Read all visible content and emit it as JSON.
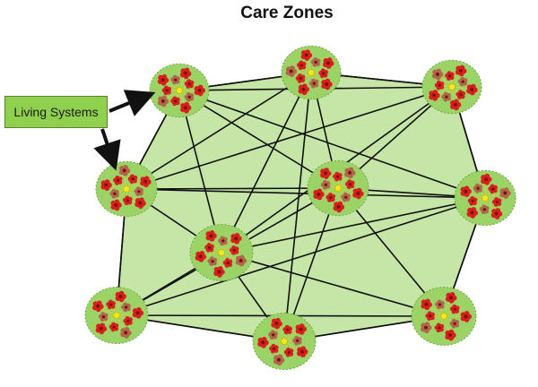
{
  "title": "Care Zones",
  "callout": {
    "label": "Living Systems",
    "color": "#8fd14f"
  },
  "colors": {
    "polygon_fill": "#c6e6a8",
    "zone_fill": "#9cd366",
    "zone_border": "#6fa64a",
    "flower_red": "#d91e1e",
    "flower_brown": "#b0664a",
    "center": "#f2e81a",
    "edge": "#111111"
  },
  "zones": [
    {
      "id": "top-left"
    },
    {
      "id": "top-center"
    },
    {
      "id": "top-right"
    },
    {
      "id": "middle-left"
    },
    {
      "id": "center"
    },
    {
      "id": "middle-right"
    },
    {
      "id": "inner-left"
    },
    {
      "id": "bottom-left"
    },
    {
      "id": "bottom-center"
    },
    {
      "id": "bottom-right"
    }
  ],
  "connections": [
    [
      "top-left",
      "top-center"
    ],
    [
      "top-left",
      "top-right"
    ],
    [
      "top-left",
      "center"
    ],
    [
      "top-left",
      "middle-left"
    ],
    [
      "top-left",
      "inner-left"
    ],
    [
      "top-left",
      "middle-right"
    ],
    [
      "top-center",
      "top-right"
    ],
    [
      "top-center",
      "middle-left"
    ],
    [
      "top-center",
      "center"
    ],
    [
      "top-center",
      "inner-left"
    ],
    [
      "top-center",
      "bottom-center"
    ],
    [
      "top-right",
      "middle-right"
    ],
    [
      "top-right",
      "center"
    ],
    [
      "top-right",
      "middle-left"
    ],
    [
      "top-right",
      "inner-left"
    ],
    [
      "middle-left",
      "center"
    ],
    [
      "middle-left",
      "middle-right"
    ],
    [
      "middle-left",
      "bottom-left"
    ],
    [
      "middle-left",
      "inner-left"
    ],
    [
      "center",
      "middle-right"
    ],
    [
      "center",
      "bottom-center"
    ],
    [
      "center",
      "bottom-left"
    ],
    [
      "center",
      "bottom-right"
    ],
    [
      "middle-right",
      "bottom-right"
    ],
    [
      "middle-right",
      "bottom-left"
    ],
    [
      "middle-right",
      "inner-left"
    ],
    [
      "inner-left",
      "bottom-center"
    ],
    [
      "inner-left",
      "bottom-right"
    ],
    [
      "inner-left",
      "bottom-left"
    ],
    [
      "bottom-left",
      "bottom-center"
    ],
    [
      "bottom-left",
      "bottom-right"
    ],
    [
      "bottom-center",
      "bottom-right"
    ]
  ],
  "hull": [
    "top-left",
    "top-center",
    "top-right",
    "middle-right",
    "bottom-right",
    "bottom-center",
    "bottom-left",
    "middle-left"
  ]
}
